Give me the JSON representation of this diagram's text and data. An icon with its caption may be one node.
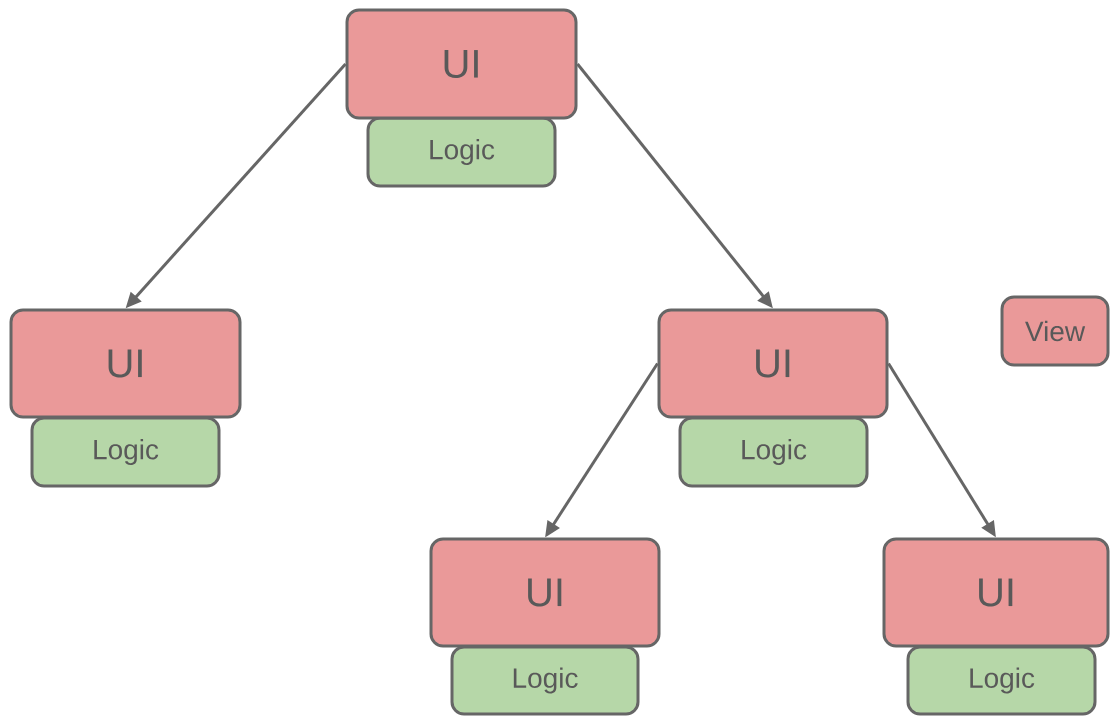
{
  "diagram": {
    "nodes": [
      {
        "text": [
          "UI"
        ]
      },
      {
        "text": [
          "Logic"
        ]
      },
      {
        "text": [
          "UI"
        ]
      },
      {
        "text": [
          "Logic"
        ]
      },
      {
        "text": [
          "UI"
        ]
      },
      {
        "text": [
          "Logic"
        ]
      },
      {
        "text": [
          "View"
        ]
      },
      {
        "text": [
          "UI"
        ]
      },
      {
        "text": [
          "Logic"
        ]
      },
      {
        "text": [
          "UI"
        ]
      },
      {
        "text": [
          "Logic"
        ]
      }
    ],
    "edges": [
      {
        "from": 0,
        "to": 2,
        "arrow": "to"
      },
      {
        "from": 0,
        "to": 4,
        "arrow": "to"
      },
      {
        "from": 4,
        "to": 7,
        "arrow": "to"
      },
      {
        "from": 4,
        "to": 9,
        "arrow": "to"
      }
    ]
  }
}
